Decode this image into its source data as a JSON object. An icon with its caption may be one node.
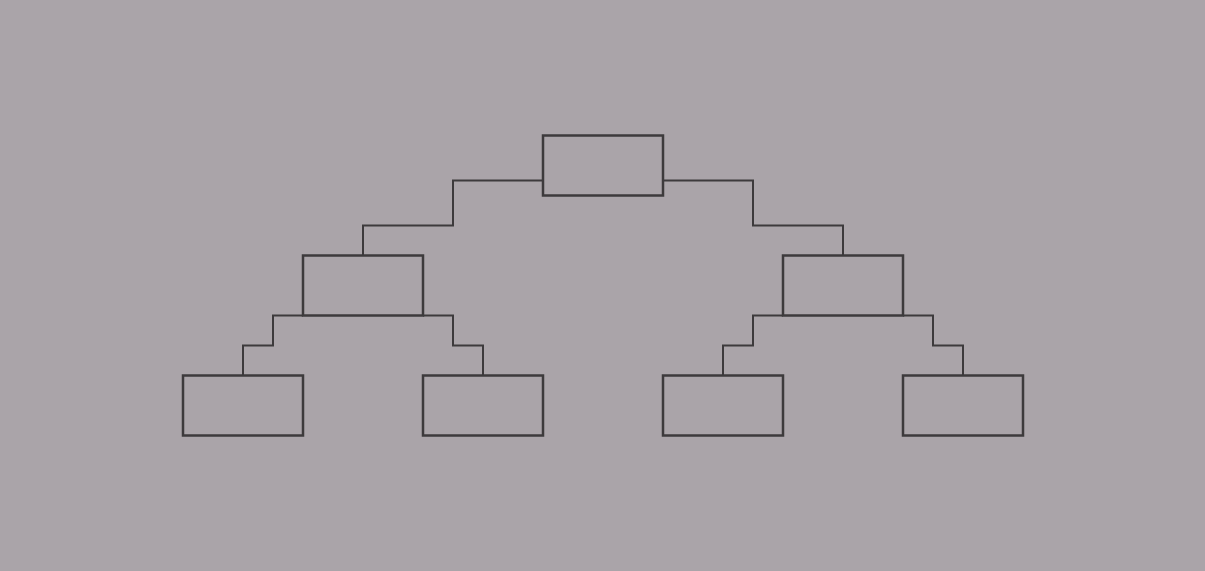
{
  "diagram": {
    "nodes": [
      {
        "text": [],
        "shape": "box"
      },
      {
        "text": [],
        "shape": "box"
      },
      {
        "text": [],
        "shape": "box"
      },
      {
        "text": [],
        "shape": "box"
      },
      {
        "text": [],
        "shape": "box"
      },
      {
        "text": [],
        "shape": "box"
      },
      {
        "text": [],
        "shape": "box"
      }
    ],
    "edges": [
      {
        "from": 0,
        "to": 1,
        "arrow": "none"
      },
      {
        "from": 0,
        "to": 2,
        "arrow": "none"
      },
      {
        "from": 1,
        "to": 3,
        "arrow": "none"
      },
      {
        "from": 1,
        "to": 4,
        "arrow": "none"
      },
      {
        "from": 2,
        "to": 5,
        "arrow": "none"
      },
      {
        "from": 2,
        "to": 6,
        "arrow": "none"
      }
    ]
  }
}
